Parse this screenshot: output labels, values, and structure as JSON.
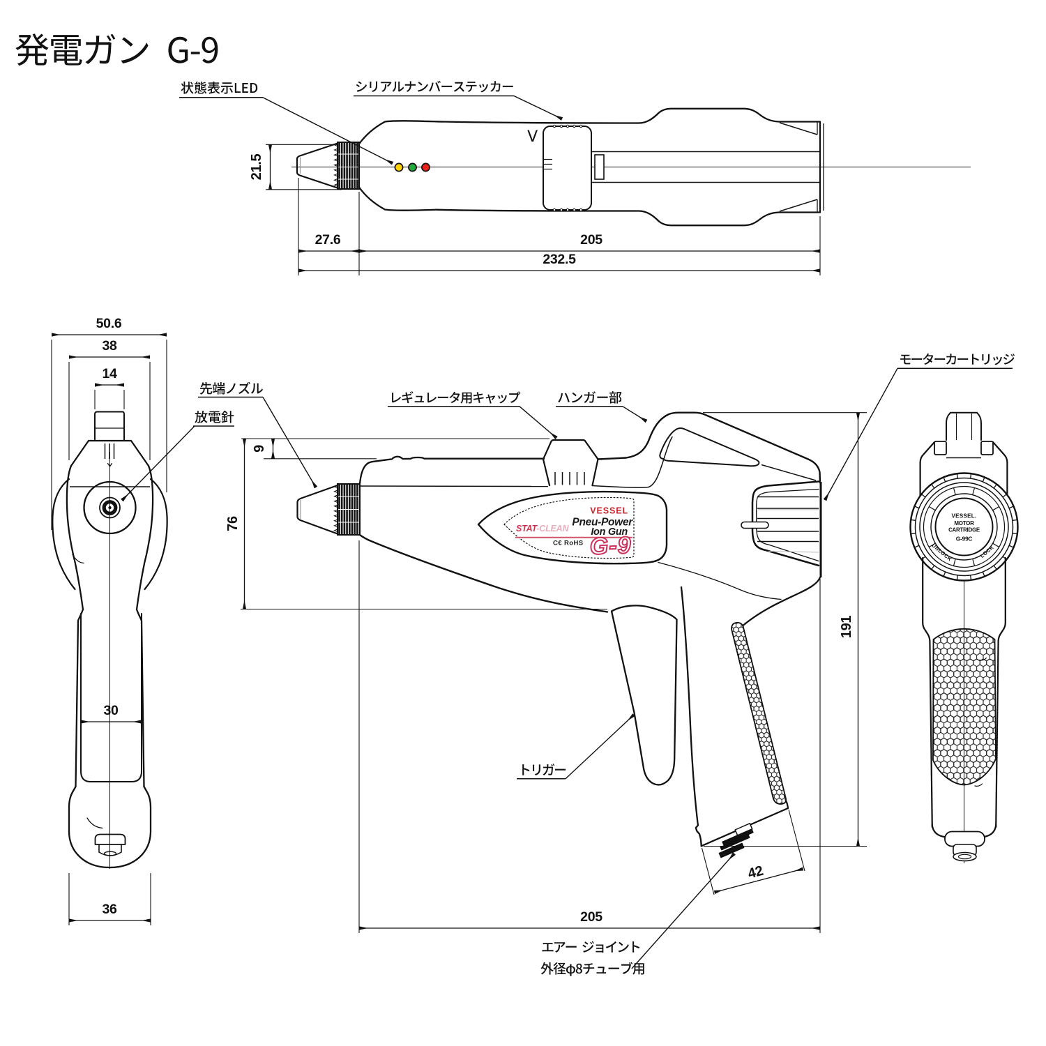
{
  "page": {
    "title": "発電ガン G-9",
    "background": "#ffffff",
    "line_color": "#111111"
  },
  "colors": {
    "led_yellow": "#ffd400",
    "led_green": "#23a83c",
    "led_red": "#e8231e",
    "brand_red": "#cc2129",
    "model_red": "#c9325b",
    "stat_red": "#cc3350"
  },
  "views": {
    "top_view": {
      "labels": {
        "status_led": "状態表示LED",
        "serial_sticker": "シリアルナンバーステッカー",
        "v_mark": "V"
      },
      "dimensions": {
        "nozzle_height": "21.5",
        "nozzle_length": "27.6",
        "body_length": "205",
        "total_length": "232.5"
      },
      "leds": [
        "yellow",
        "green",
        "red"
      ]
    },
    "front_view": {
      "dimensions": {
        "head_width": "50.6",
        "upper_width": "38",
        "nozzle_width": "14",
        "grip_width": "30",
        "base_width": "36"
      }
    },
    "side_view": {
      "labels": {
        "tip_nozzle": "先端ノズル",
        "discharge_needle": "放電針",
        "regulator_cap": "レギュレータ用キャップ",
        "hanger": "ハンガー部",
        "motor_cartridge": "モーターカートリッジ",
        "trigger": "トリガー",
        "air_joint_line1": "エアー ジョイント",
        "air_joint_line2": "外径φ8チューブ用"
      },
      "dimensions": {
        "cap_offset": "9",
        "body_height": "76",
        "total_height": "191",
        "base_length": "42",
        "body_length": "205"
      },
      "sticker": {
        "brand": "VESSEL",
        "product_line1": "Pneu-Power",
        "product_line2": "Ion Gun",
        "series_stat": "STAT",
        "series_clean": "-CLEAN",
        "cert": "C€ RoHS",
        "model": "G-9"
      }
    },
    "rear_view": {
      "cartridge_line1": "VESSEL.",
      "cartridge_line2": "MOTOR",
      "cartridge_line3": "CARTRIDGE",
      "cartridge_line4": "G-99C",
      "unlock": "UNLOCK",
      "lock": "LOCK"
    }
  }
}
